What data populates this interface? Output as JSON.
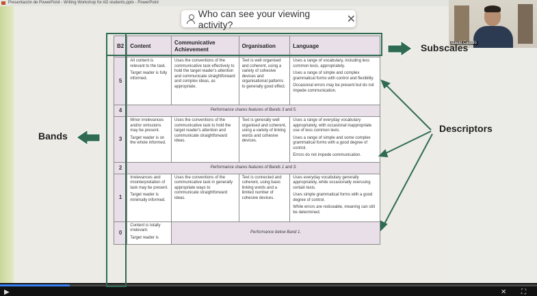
{
  "window": {
    "title": "Presentación de PowerPoint - Writing Workshop for AD students.pptx - PowerPoint"
  },
  "notice": {
    "text": "Who can see your viewing activity?",
    "close_icon": "close-icon"
  },
  "video": {
    "participant_name": "David Castillo"
  },
  "rubric": {
    "headers": [
      "B2",
      "Content",
      "Communicative Achievement",
      "Organisation",
      "Language"
    ],
    "rows": [
      {
        "band": "5",
        "content": [
          "All content is relevant to the task.",
          "Target reader is fully informed."
        ],
        "communicative": [
          "Uses the conventions of the communicative task effectively to hold the target reader's attention and communicate straightforward and complex ideas, as appropriate."
        ],
        "organisation": [
          "Text is well organised and coherent, using a variety of cohesive devices and organisational patterns to generally good effect."
        ],
        "language": [
          "Uses a range of vocabulary, including less common lexis, appropriately.",
          "Uses a range of simple and complex grammatical forms with control and flexibility.",
          "Occasional errors may be present but do not impede communication."
        ]
      },
      {
        "band": "4",
        "shared": "Performance shares features of Bands 3 and 5."
      },
      {
        "band": "3",
        "content": [
          "Minor irrelevances and/or omissions may be present.",
          "Target reader is on the whole informed."
        ],
        "communicative": [
          "Uses the conventions of the communicative task to hold the target reader's attention and communicate straightforward ideas."
        ],
        "organisation": [
          "Text is generally well organised and coherent, using a variety of linking words and cohesive devices."
        ],
        "language": [
          "Uses a range of everyday vocabulary appropriately, with occasional inappropriate use of less common lexis.",
          "Uses a range of simple and some complex grammatical forms with a good degree of control.",
          "Errors do not impede communication."
        ]
      },
      {
        "band": "2",
        "shared": "Performance shares features of Bands 1 and 3."
      },
      {
        "band": "1",
        "content": [
          "Irrelevances and misinterpretation of task may be present.",
          "Target reader is minimally informed."
        ],
        "communicative": [
          "Uses the conventions of the communicative task in generally appropriate ways to communicate straightforward ideas."
        ],
        "organisation": [
          "Text is connected and coherent, using basic linking words and a limited number of cohesive devices."
        ],
        "language": [
          "Uses everyday vocabulary generally appropriately, while occasionally overusing certain lexis.",
          "Uses simple grammatical forms with a good degree of control.",
          "While errors are noticeable, meaning can still be determined."
        ]
      },
      {
        "band": "0",
        "content": [
          "Content is totally irrelevant.",
          "Target reader is"
        ],
        "shared": "Performance below Band 1."
      }
    ]
  },
  "labels": {
    "bands": "Bands",
    "subscales": "Subscales",
    "descriptors": "Descriptors"
  },
  "colors": {
    "annotation_green": "#2e6b52",
    "band_header": "#e8dfe9",
    "progress": "#3b82f6"
  },
  "player": {
    "progress_fraction": 0.13
  }
}
